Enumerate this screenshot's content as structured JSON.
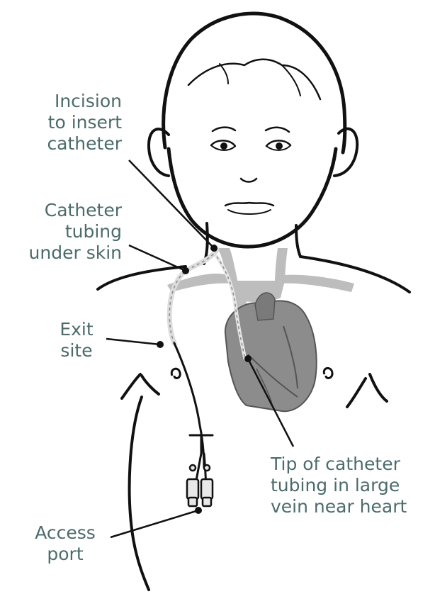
{
  "labels": {
    "incision": [
      "Incision",
      "to insert",
      "catheter"
    ],
    "tubing": [
      "Catheter",
      "tubing",
      "under skin"
    ],
    "exit": [
      "Exit",
      "site"
    ],
    "tip": [
      "Tip of catheter",
      "tubing in large",
      "vein near heart"
    ],
    "port": [
      "Access",
      "port"
    ]
  },
  "colors": {
    "outline": "#111111",
    "vessel": "#b9b9b9",
    "heart": "#8f8f8f",
    "label_text": "#4d6b6b"
  }
}
